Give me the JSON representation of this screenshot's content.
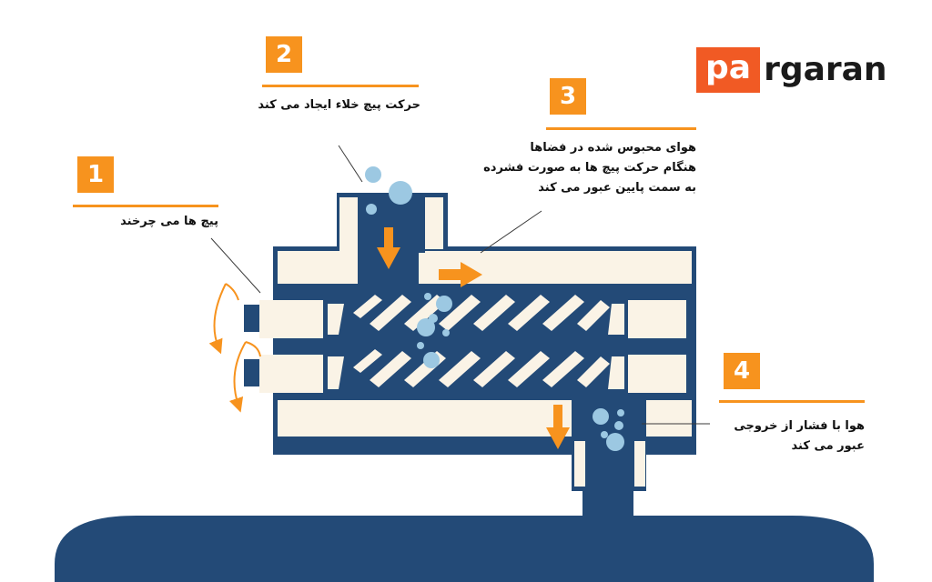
{
  "logo": {
    "highlight": "pa",
    "rest": "rgaran"
  },
  "steps": [
    {
      "number": "1",
      "lines": [
        "پیچ ها می چرخند"
      ]
    },
    {
      "number": "2",
      "lines": [
        "حرکت پیچ خلاء ایجاد می کند"
      ]
    },
    {
      "number": "3",
      "lines": [
        "هوای محبوس شده در فضاها",
        "هنگام حرکت پیچ ها به صورت  فشرده",
        "به سمت پایین عبور می کند"
      ]
    },
    {
      "number": "4",
      "lines": [
        "هوا با فشار از خروجی",
        "عبور می کند"
      ]
    }
  ],
  "colors": {
    "navy": "#234a77",
    "cream": "#faf3e6",
    "accent": "#f7931e",
    "logo_accent": "#f15a24",
    "bubble": "#9cc8e2"
  },
  "icons": [
    "rotation-arrow-icon",
    "flow-arrow-icon",
    "air-bubble-icon"
  ]
}
